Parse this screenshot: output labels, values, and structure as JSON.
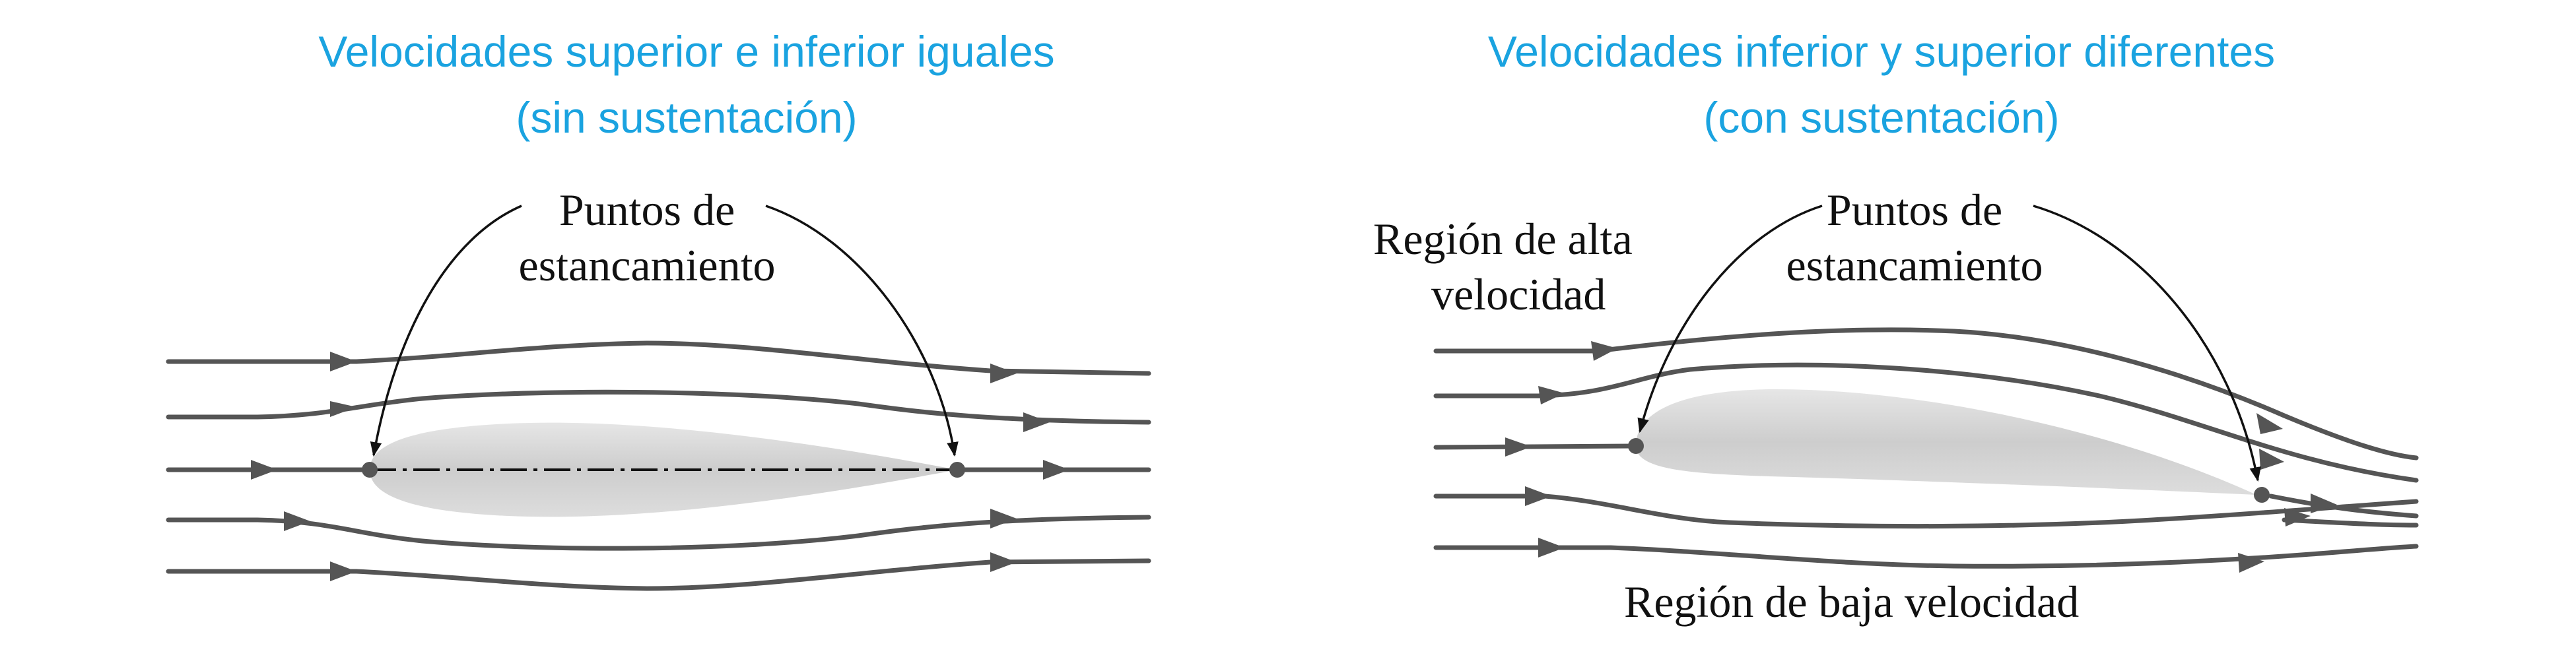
{
  "colors": {
    "title": "#1aa3e0",
    "streamline": "#555555",
    "airfoil": "#cccccc",
    "leader": "#111111"
  },
  "left_panel": {
    "title_line1": "Velocidades superior e inferior iguales",
    "title_line2": "(sin sustentación)",
    "stagnation_label_line1": "Puntos de",
    "stagnation_label_line2": "estancamiento"
  },
  "right_panel": {
    "title_line1": "Velocidades inferior y superior diferentes",
    "title_line2": "(con sustentación)",
    "stagnation_label_line1": "Puntos de",
    "stagnation_label_line2": "estancamiento",
    "high_velocity_line1": "Región de alta",
    "high_velocity_line2": "velocidad",
    "low_velocity": "Región de baja velocidad"
  }
}
